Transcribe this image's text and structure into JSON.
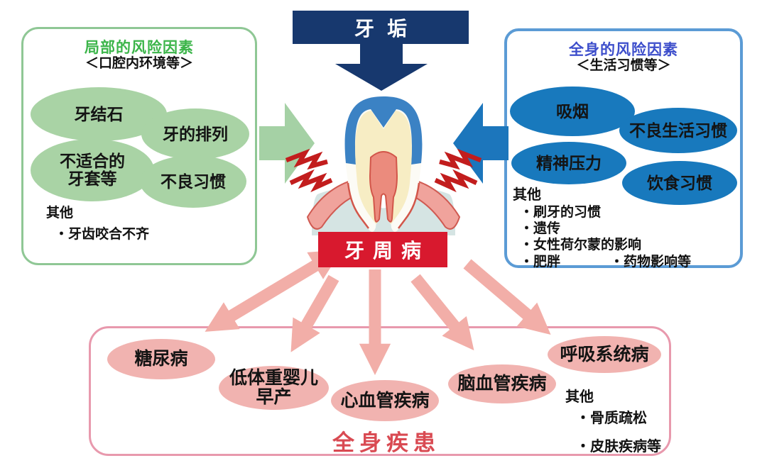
{
  "colors": {
    "navy": "#17386e",
    "green_border": "#8fc795",
    "green_title": "#3cb54a",
    "green_ellipse": "#a9d3a5",
    "green_arrow": "#a5d1a5",
    "blue_border": "#5b9bd5",
    "blue_title": "#3d4ecb",
    "blue_ellipse": "#1879bd",
    "blue_arrow": "#1c76bc",
    "red_box": "#d8192e",
    "pink_border": "#e899ad",
    "pink_ellipse": "#f1b3b0",
    "pink_arrow": "#f2aea8",
    "bottom_title_red": "#d94a52"
  },
  "top": {
    "plaque": "牙垢"
  },
  "center": {
    "disease": "牙周病"
  },
  "left_panel": {
    "title": "局部的风险因素",
    "subtitle": "＜口腔内环境等＞",
    "bubbles": {
      "calculus": "牙结石",
      "alignment": "牙的排列",
      "denture_line1": "不适合的",
      "denture_line2": "牙套等",
      "bad_habits": "不良习惯"
    },
    "other_label": "其他",
    "other_item1": "・牙齿咬合不齐"
  },
  "right_panel": {
    "title": "全身的风险因素",
    "subtitle": "＜生活习惯等＞",
    "bubbles": {
      "smoking": "吸烟",
      "bad_lifestyle": "不良生活习惯",
      "stress": "精神压力",
      "diet": "饮食习惯"
    },
    "other_label": "其他",
    "other_item1": "・刷牙的习惯",
    "other_item2": "・遗传",
    "other_item3": "・女性荷尔蒙的影响",
    "other_item4": "・肥胖",
    "other_item5": "・药物影响等"
  },
  "bottom_panel": {
    "title": "全身疾患",
    "bubbles": {
      "diabetes": "糖尿病",
      "preterm_line1": "低体重婴儿",
      "preterm_line2": "早产",
      "cardio": "心血管疾病",
      "cerebro": "脑血管疾病",
      "respiratory": "呼吸系统病"
    },
    "other_label": "其他",
    "other_item1": "・骨质疏松",
    "other_item2": "・皮肤疾病等"
  }
}
